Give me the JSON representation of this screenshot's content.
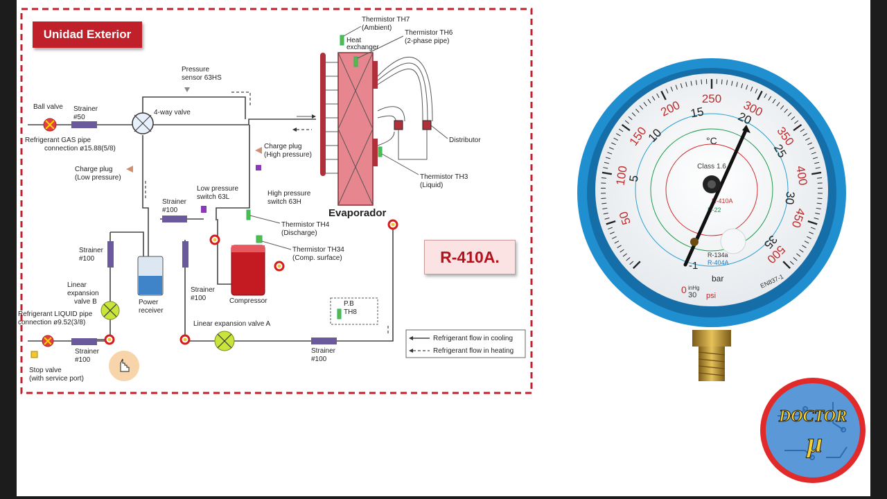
{
  "diagram": {
    "section_title": "Unidad Exterior",
    "refrigerant": "R-410A.",
    "evaporator_label": "Evaporador",
    "labels": {
      "ball_valve": "Ball valve",
      "strainer50_a": "Strainer",
      "strainer50_b": "#50",
      "gas_pipe_a": "Refrigerant GAS pipe",
      "gas_pipe_b": "connection ø15.88(5/8)",
      "four_way_valve": "4-way valve",
      "pressure_sensor_a": "Pressure",
      "pressure_sensor_b": "sensor 63HS",
      "charge_plug_low_a": "Charge plug",
      "charge_plug_low_b": "(Low pressure)",
      "charge_plug_high_a": "Charge plug",
      "charge_plug_high_b": "(High pressure)",
      "hp_switch_a": "High pressure",
      "hp_switch_b": "switch 63H",
      "lp_switch_a": "Low pressure",
      "lp_switch_b": "switch 63L",
      "strainer100_top_a": "Strainer",
      "strainer100_top_b": "#100",
      "strainer100_left_a": "Strainer",
      "strainer100_left_b": "#100",
      "strainer100_mid_a": "Strainer",
      "strainer100_mid_b": "#100",
      "strainer100_bottom_a": "Strainer",
      "strainer100_bottom_b": "#100",
      "strainer100_right_a": "Strainer",
      "strainer100_right_b": "#100",
      "th7_a": "Thermistor TH7",
      "th7_b": "(Ambient)",
      "th6_a": "Thermistor TH6",
      "th6_b": "(2-phase pipe)",
      "heat_exchanger_a": "Heat",
      "heat_exchanger_b": "exchanger",
      "distributor": "Distributor",
      "th3_a": "Thermistor TH3",
      "th3_b": "(Liquid)",
      "th4_a": "Thermistor TH4",
      "th4_b": "(Discharge)",
      "th34_a": "Thermistor TH34",
      "th34_b": "(Comp. surface)",
      "lev_b_a": "Linear",
      "lev_b_b": "expansion",
      "lev_b_c": "valve B",
      "power_receiver_a": "Power",
      "power_receiver_b": "receiver",
      "compressor": "Compressor",
      "liquid_pipe_a": "Refrigerant LIQUID pipe",
      "liquid_pipe_b": "connection ø9.52(3/8)",
      "stop_valve_a": "Stop valve",
      "stop_valve_b": "(with service port)",
      "lev_a": "Linear expansion valve A",
      "pb_a": "P.B",
      "pb_b": "TH8"
    },
    "legend": {
      "cooling": "Refrigerant flow in cooling",
      "heating": "Refrigerant flow in heating"
    }
  },
  "gauge": {
    "outer_scale": [
      "50",
      "100",
      "150",
      "200",
      "250",
      "300",
      "350",
      "400",
      "450",
      "500"
    ],
    "mid_scale": [
      "5",
      "10",
      "15",
      "20",
      "25",
      "30",
      "35"
    ],
    "unit_psi": "psi",
    "unit_bar": "bar",
    "unit_c": "°C",
    "unit_inhg": "inHg",
    "class": "Class 1.6",
    "refs": [
      "R-410A",
      "R-22",
      "R-134a",
      "R-404A"
    ],
    "standard": "EN837-1",
    "zero": "0",
    "minus": "-1",
    "vac": "30"
  },
  "logo": {
    "line1": "DOCTOR",
    "line2": "μ"
  },
  "colors": {
    "accent_red": "#c0202a",
    "gauge_blue": "#1f8fd0",
    "evaporator_pink": "#e7868f",
    "compressor_red": "#c41a22"
  }
}
